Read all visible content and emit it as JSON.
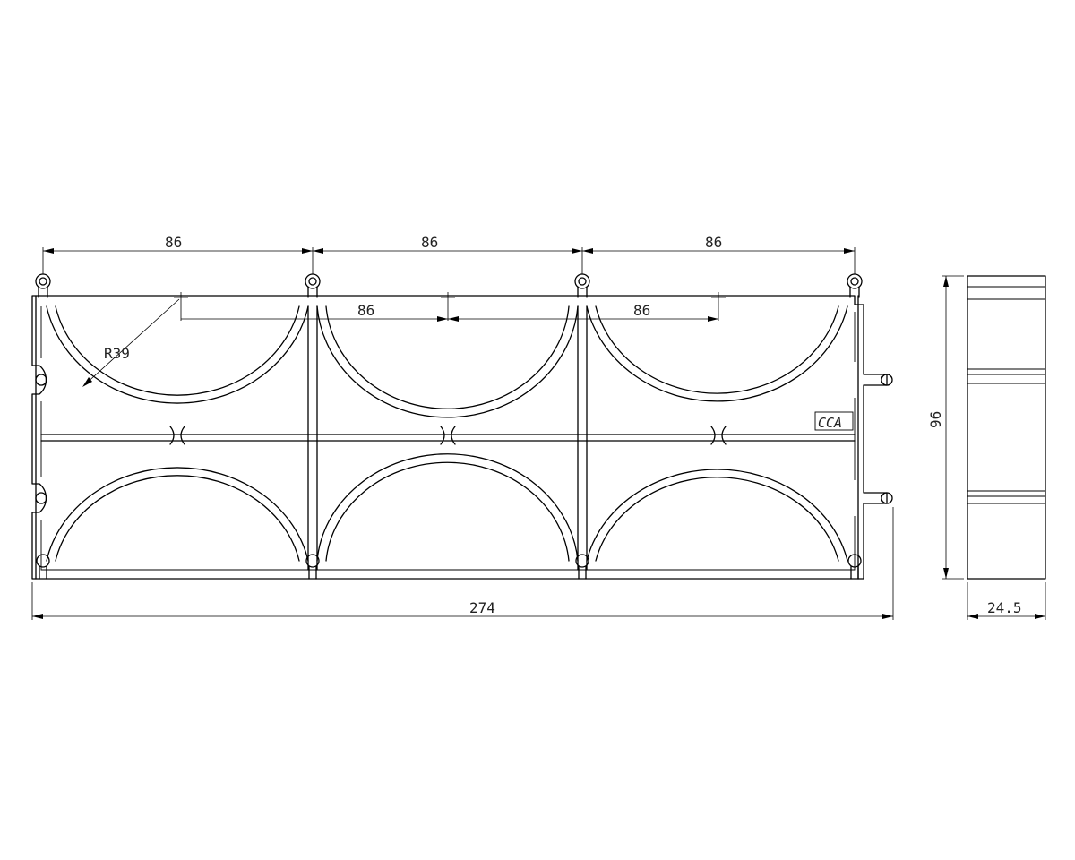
{
  "drawing": {
    "pitch_dims": [
      "86",
      "86",
      "86"
    ],
    "center_dims": [
      "86",
      "86"
    ],
    "radius_label": "R39",
    "overall_width": "274",
    "side_height": "96",
    "side_width": "24.5",
    "logo_text": "CCA",
    "colors": {
      "line": "#000000",
      "background": "#ffffff"
    }
  }
}
